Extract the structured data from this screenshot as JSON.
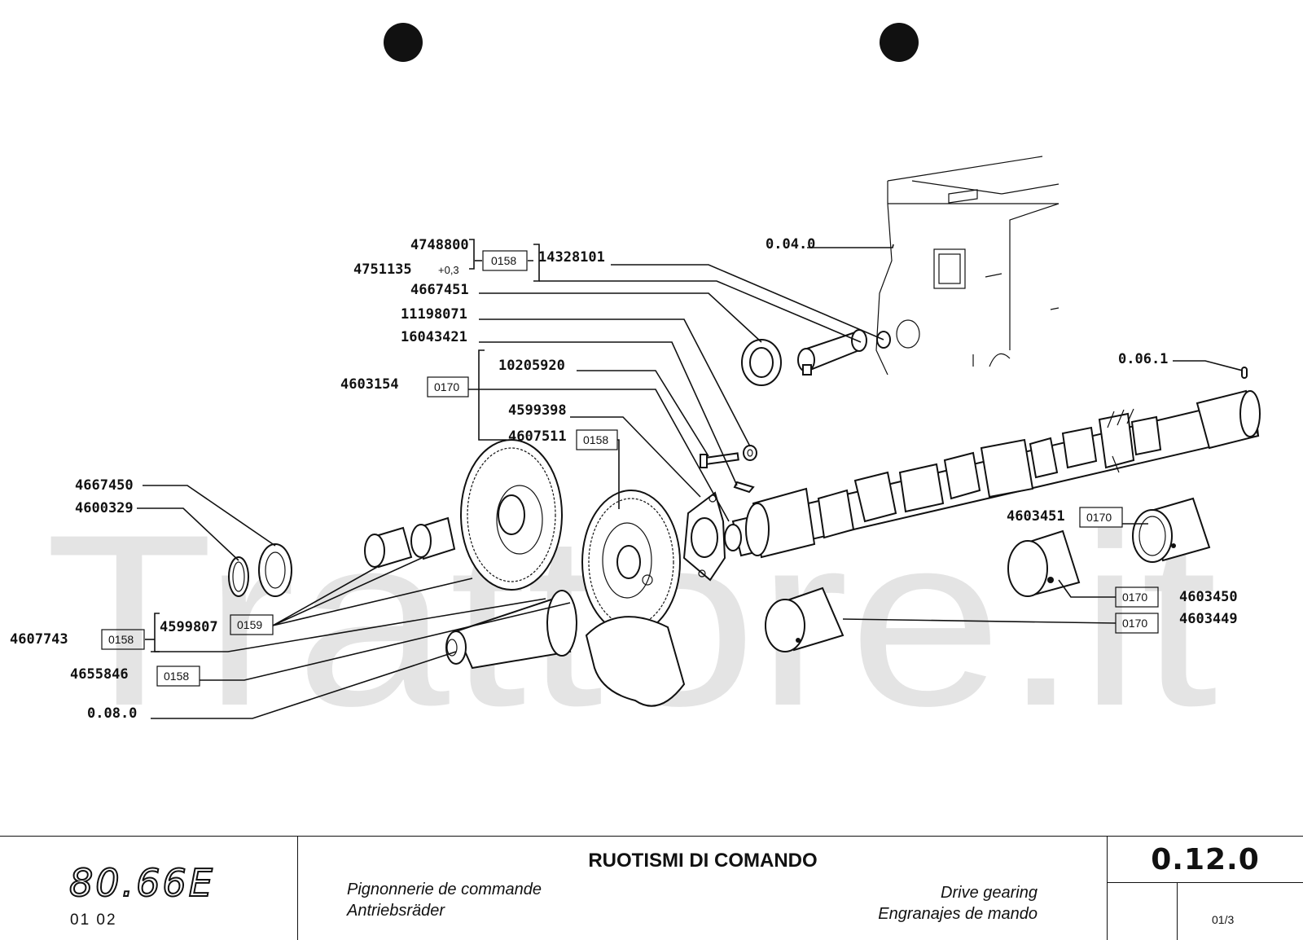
{
  "watermark": "Trattore.it",
  "labels": {
    "p4748800": "4748800",
    "p4751135": "4751135",
    "tolerance": "+0,3",
    "r0158_a": "0158",
    "p14328101": "14328101",
    "p4667451": "4667451",
    "p11198071": "11198071",
    "p16043421": "16043421",
    "p10205920": "10205920",
    "p4603154": "4603154",
    "r0170_a": "0170",
    "p4599398": "4599398",
    "p4607511": "4607511",
    "r0158_b": "0158",
    "p0040": "0.04.0",
    "p0061": "0.06.1",
    "p4667450": "4667450",
    "p4600329": "4600329",
    "p4599807": "4599807",
    "r0159": "0159",
    "p4607743": "4607743",
    "r0158_c": "0158",
    "p4655846": "4655846",
    "r0158_d": "0158",
    "p0080": "0.08.0",
    "p4603451": "4603451",
    "r0170_b": "0170",
    "r0170_c": "0170",
    "p4603450": "4603450",
    "r0170_d": "0170",
    "p4603449": "4603449"
  },
  "title_block": {
    "model": "80.66E",
    "serial": "01  02",
    "title_it": "RUOTISMI DI COMANDO",
    "title_fr": "Pignonnerie de commande",
    "title_de": "Antriebsräder",
    "title_en": "Drive gearing",
    "title_es": "Engranajes de mando",
    "section_code": "0.12.0",
    "page": "01/3"
  }
}
